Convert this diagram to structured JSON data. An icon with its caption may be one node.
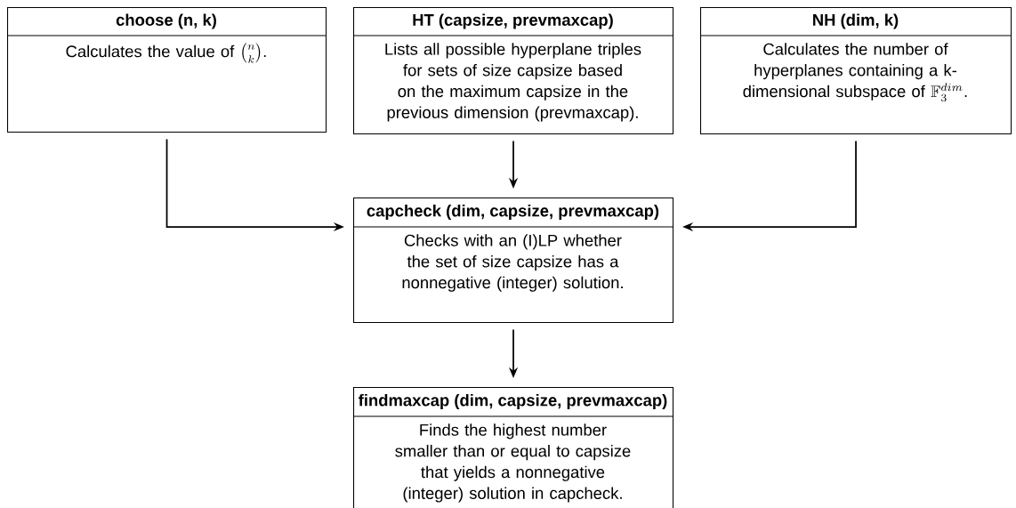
{
  "diagram": {
    "nodes": [
      {
        "text": [
          "choose (n, k)",
          "Calculates the value of",
          "\\binom{n}{k}."
        ]
      },
      {
        "text": [
          "HT (capsize, prevmaxcap)",
          "Lists all possible hyperplane triples for sets of size capsize based on the maximum capsize in the previous dimension (prevmaxcap)."
        ]
      },
      {
        "text": [
          "NH (dim, k)",
          "Calculates the number of hyperplanes containing a k-dimensional subspace of",
          "\\mathbb{F}_3^{dim}."
        ]
      },
      {
        "text": [
          "capcheck (dim, capsize, prevmaxcap)",
          "Checks with an (I)LP whether the set of size capsize has a nonnegative (integer) solution."
        ]
      },
      {
        "text": [
          "findmaxcap (dim, capsize, prevmaxcap)",
          "Finds the highest number smaller than or equal to capsize that yields a nonnegative (integer) solution in capcheck."
        ]
      }
    ],
    "edges": [
      {
        "from": 0,
        "to": 3,
        "arrow": "to"
      },
      {
        "from": 1,
        "to": 3,
        "arrow": "to"
      },
      {
        "from": 2,
        "to": 3,
        "arrow": "to"
      },
      {
        "from": 3,
        "to": 4,
        "arrow": "to"
      }
    ]
  }
}
